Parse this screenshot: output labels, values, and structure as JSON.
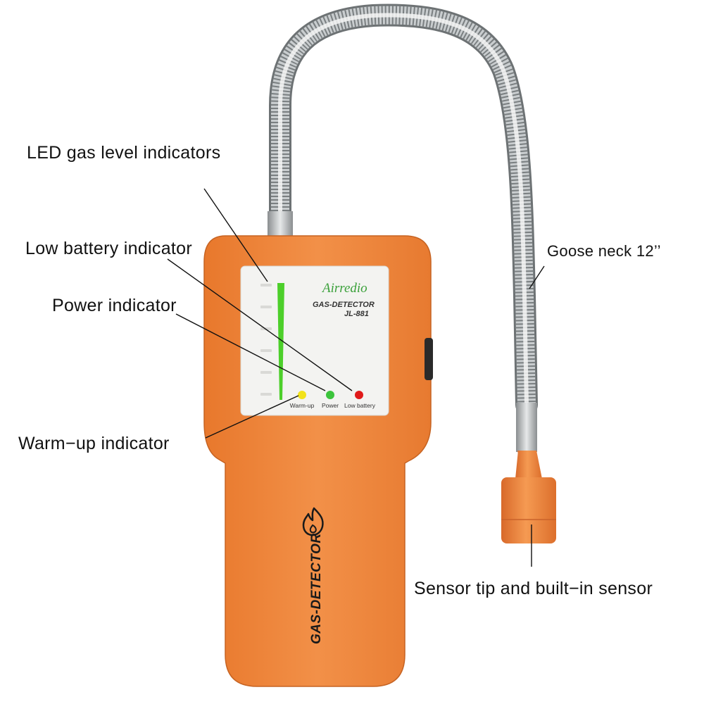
{
  "callouts": {
    "led_gas_level": "LED gas level indicators",
    "low_battery": "Low battery indicator",
    "power": "Power indicator",
    "warm_up": "Warm−up indicator",
    "goose_neck": "Goose neck 12’’",
    "sensor_tip": "Sensor tip and built−in sensor"
  },
  "device": {
    "brand": "Airredio",
    "model_line1": "GAS-DETECTOR",
    "model_line2": "JL-881",
    "side_text": "GAS-DETECTOR",
    "indicators": [
      {
        "label": "Warm-up",
        "color": "#f2e21a"
      },
      {
        "label": "Power",
        "color": "#3cc43c"
      },
      {
        "label": "Low battery",
        "color": "#e01a1a"
      }
    ]
  },
  "colors": {
    "body": "#f08a3c",
    "body_dark": "#d9702a",
    "panel": "#f3f3f1",
    "gas_bar": "#4ccf2a",
    "metal": "#b8bcbe"
  },
  "icons": [
    "flame-icon"
  ]
}
